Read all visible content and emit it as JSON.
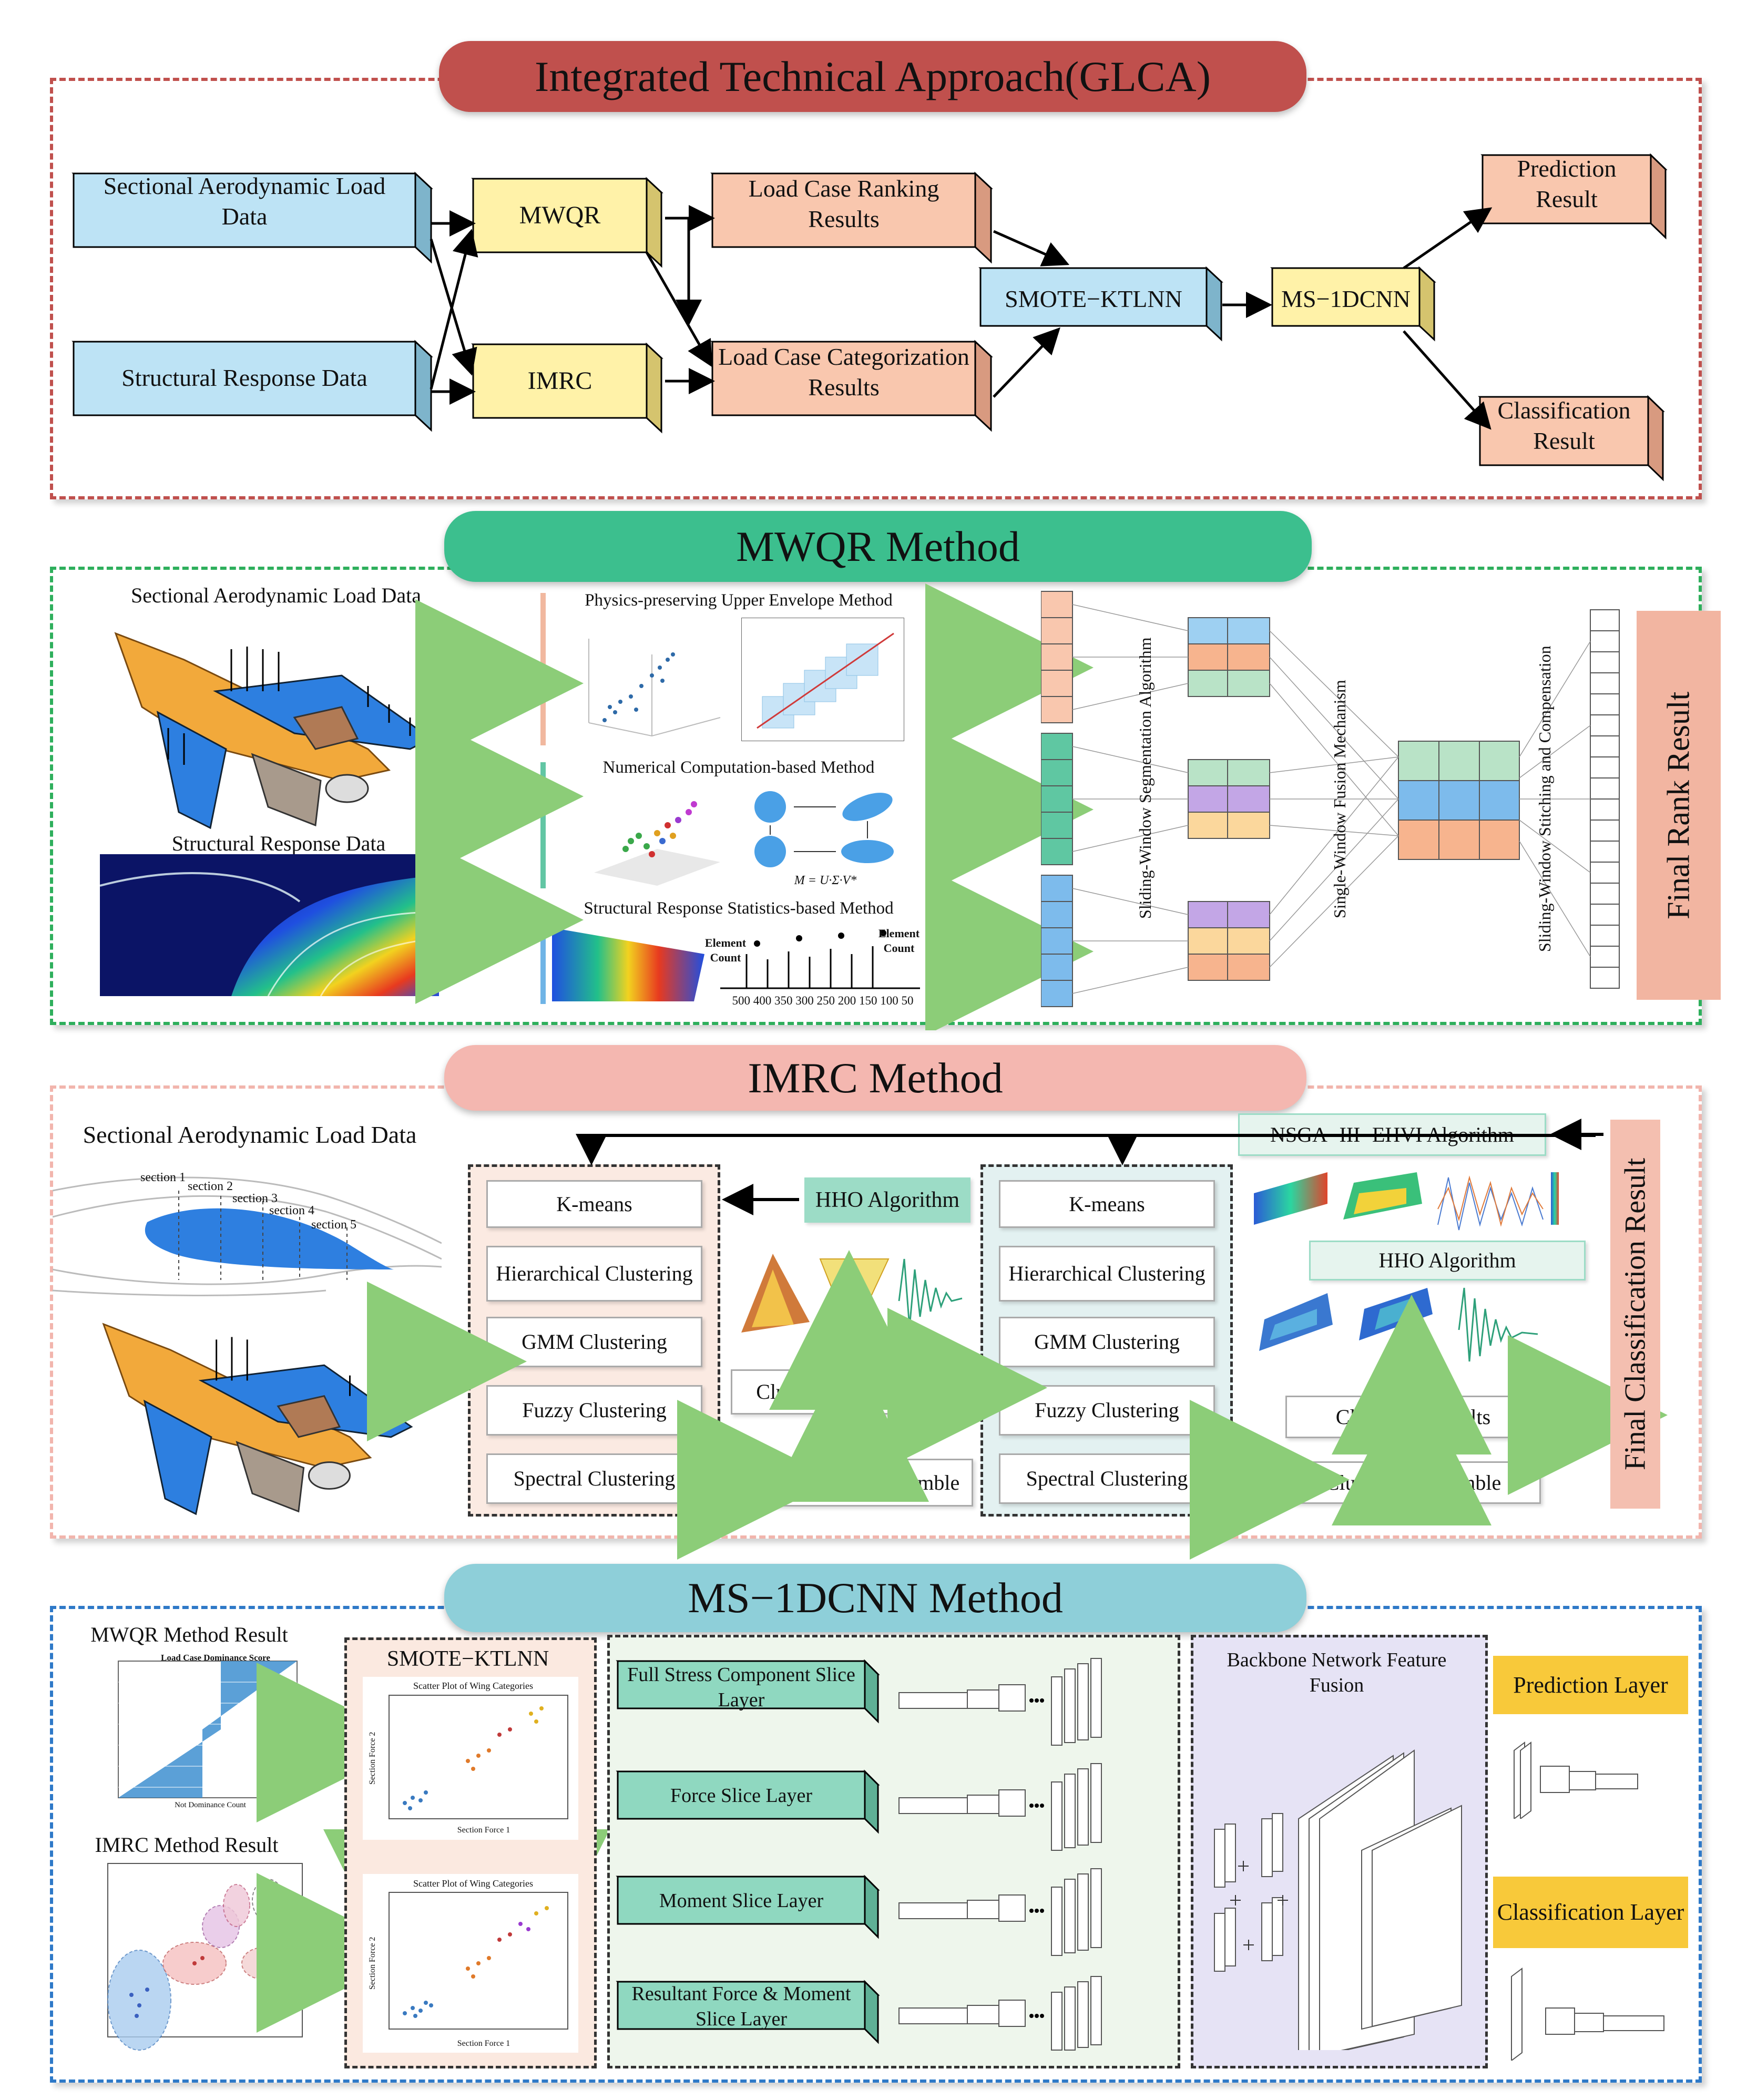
{
  "glca": {
    "title": "Integrated Technical Approach(GLCA)",
    "sectional_load": "Sectional Aerodynamic Load Data",
    "structural": "Structural Response Data",
    "mwqr": "MWQR",
    "imrc": "IMRC",
    "ranking": "Load Case Ranking Results",
    "categorization": "Load Case Categorization Results",
    "smote": "SMOTE−KTLNN",
    "ms1dcnn": "MS−1DCNN",
    "prediction": "Prediction Result",
    "classification": "Classification Result"
  },
  "mwqr_section": {
    "title": "MWQR Method",
    "sectional_load": "Sectional Aerodynamic Load Data",
    "structural": "Structural Response Data",
    "physics": "Physics-preserving Upper Envelope Method",
    "numerical": "Numerical Computation-based Method",
    "statistics": "Structural Response Statistics-based Method",
    "element_count_1": "Element Count",
    "element_count_2": "Element Count",
    "axis_ticks": "500 400 350 300 250 200 150 100 50",
    "svd_formula": "M = U·Σ·V*",
    "sliding_window": "Sliding-Window Segmentation Algorithm",
    "single_window": "Single-Window Fusion Mechanism",
    "stitching": "Sliding-Window Stitching and Compensation",
    "final_rank": "Final Rank Result"
  },
  "imrc_section": {
    "title": "IMRC Method",
    "sectional_load": "Sectional Aerodynamic Load Data",
    "section_labels": [
      "section 1",
      "section 2",
      "section 3",
      "section 4",
      "section 5"
    ],
    "methods_left": [
      "K-means",
      "Hierarchical Clustering",
      "GMM Clustering",
      "Fuzzy Clustering",
      "Spectral Clustering"
    ],
    "methods_right": [
      "K-means",
      "Hierarchical Clustering",
      "GMM Clustering",
      "Fuzzy Clustering",
      "Spectral Clustering"
    ],
    "hho_1": "HHO Algorithm",
    "hho_2": "HHO Algorithm",
    "nsga": "NSGA−III−EHVI Algorithm",
    "clustering_results_1": "Clustering Results",
    "clustering_ensemble_1": "Clustering Ensemble",
    "clustering_results_2": "Clustering Results",
    "clustering_ensemble_2": "Clustering Ensemble",
    "final_classification": "Final Classification Result"
  },
  "ms_section": {
    "title": "MS−1DCNN Method",
    "mwqr_result": "MWQR Method Result",
    "imrc_result": "IMRC Method Result",
    "dominance_title": "Load Case Dominance Score",
    "dominance_xlabel": "Not Dominance Count",
    "smote": "SMOTE−KTLNN",
    "scatter_title_1": "Scatter Plot of Wing Categories",
    "scatter_title_2": "Scatter Plot of Wing Categories",
    "scatter_xlabel_1": "Section Force 1",
    "scatter_ylabel_1": "Section Force 2",
    "scatter_xlabel_2": "Section Force 1",
    "scatter_ylabel_2": "Section Force 2",
    "slices": [
      "Full Stress Component Slice Layer",
      "Force Slice Layer",
      "Moment Slice Layer",
      "Resultant Force & Moment Slice Layer"
    ],
    "backbone": "Backbone Network Feature Fusion",
    "prediction_layer": "Prediction Layer",
    "classification_layer": "Classification Layer"
  },
  "colors": {
    "red_title": "#c0504d",
    "green_title": "#3cbf8e",
    "pink_title": "#f4b7b0",
    "blue_title": "#8ecfd9",
    "blue_box": "#bde3f5",
    "yellow_box": "#fff2a8",
    "salmon_box": "#f9c7ae",
    "teal_slice": "#8fd8c0",
    "gold_layer": "#f8c93a"
  }
}
